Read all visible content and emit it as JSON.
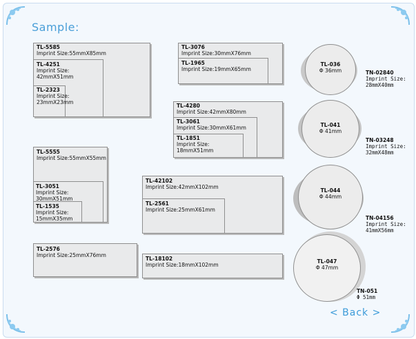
{
  "header": {
    "title": "Sample:"
  },
  "footer": {
    "back_label": "< Back >"
  },
  "stamps": {
    "tl5585": {
      "name": "TL-5585",
      "size": "Imprint Size:55mmX85mm"
    },
    "tl4251": {
      "name": "TL-4251",
      "size_label": "Imprint Size:",
      "size": "42mmX51mm"
    },
    "tl2323": {
      "name": "TL-2323",
      "size_label": "Imprint Size:",
      "size": "23mmX23mm"
    },
    "tl3076": {
      "name": "TL-3076",
      "size": "Imprint Size:30mmX76mm"
    },
    "tl1965": {
      "name": "TL-1965",
      "size": "Imprint Size:19mmX65mm"
    },
    "tl4280": {
      "name": "TL-4280",
      "size": "Imprint Size:42mmX80mm"
    },
    "tl3061": {
      "name": "TL-3061",
      "size": "Imprint Size:30mmX61mm"
    },
    "tl1851": {
      "name": "TL-1851",
      "size_label": "Imprint Size:",
      "size": "18mmX51mm"
    },
    "tl5555": {
      "name": "TL-5555",
      "size": "Imprint Size:55mmX55mm"
    },
    "tl3051": {
      "name": "TL-3051",
      "size_label": "Imprint Size:",
      "size": "30mmX51mm"
    },
    "tl1535": {
      "name": "TL-1535",
      "size_label": "Imprint Size:",
      "size": "15mmX35mm"
    },
    "tl42102": {
      "name": "TL-42102",
      "size": "Imprint Size:42mmX102mm"
    },
    "tl2561": {
      "name": "TL-2561",
      "size": "Imprint Size:25mmX61mm"
    },
    "tl2576": {
      "name": "TL-2576",
      "size": "Imprint Size:25mmX76mm"
    },
    "tl18102": {
      "name": "TL-18102",
      "size": "Imprint Size:18mmX102mm"
    }
  },
  "round": {
    "tl036": {
      "name": "TL-036",
      "size": "Φ 36mm"
    },
    "tl041": {
      "name": "TL-041",
      "size": "Φ 41mm"
    },
    "tl044": {
      "name": "TL-044",
      "size": "Φ 44mm"
    },
    "tl047": {
      "name": "TL-047",
      "size": "Φ 47mm"
    }
  },
  "oval": {
    "tn02840": {
      "name": "TN-02840",
      "size_label": "Imprint Size:",
      "size": "28mmX40mm"
    },
    "tn03248": {
      "name": "TN-03248",
      "size_label": "Imprint Size:",
      "size": "32mmX48mm"
    },
    "tn04156": {
      "name": "TN-04156",
      "size_label": "Imprint Size:",
      "size": "41mmX56mm"
    },
    "tn051": {
      "name": "TN-051",
      "size": "Φ 51mm"
    }
  },
  "colors": {
    "accent": "#4a9fd8",
    "frame_border": "#c9dcef",
    "box_fill": "#e9eaeb",
    "circle_fill": "#ececec",
    "shadow_fill": "#bdbdbd"
  }
}
